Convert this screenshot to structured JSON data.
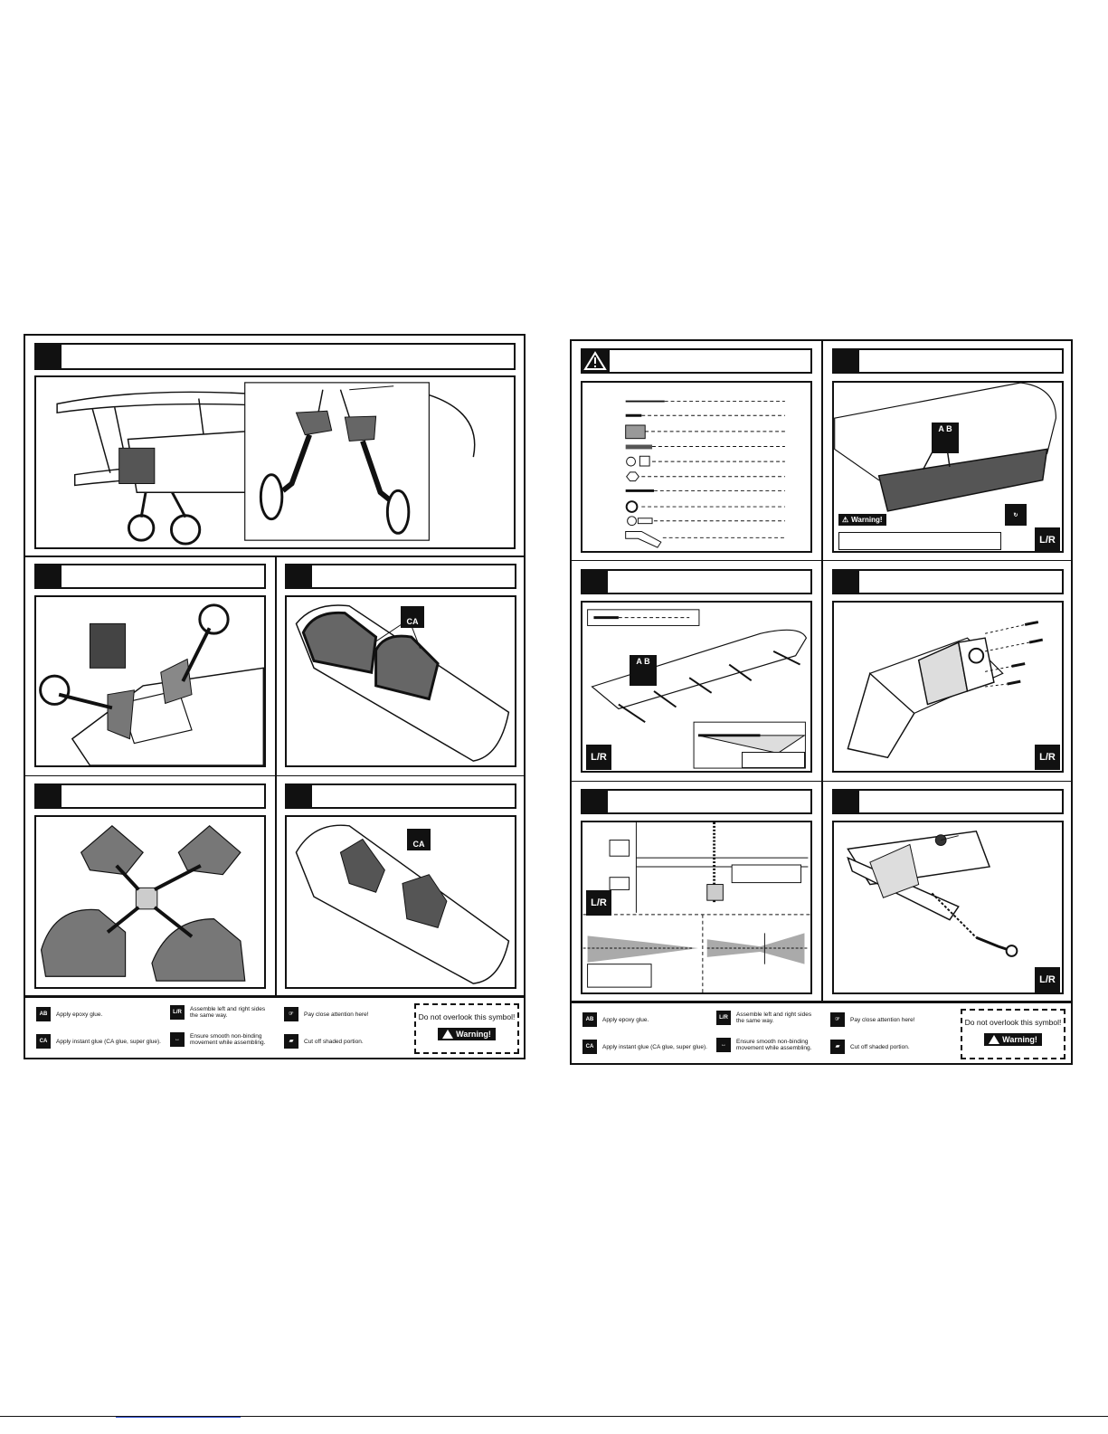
{
  "legend_left": {
    "epoxy": "Apply epoxy glue.",
    "instant": "Apply instant glue (CA glue, super glue).",
    "assemble": "Assemble left and right sides the same way.",
    "smooth": "Ensure smooth non-binding movement while assembling.",
    "attention": "Pay close attention here!",
    "cutoff": "Cut off shaded portion.",
    "overlook": "Do not overlook this symbol!",
    "warning": "Warning!"
  },
  "legend_right": {
    "epoxy": "Apply epoxy glue.",
    "instant": "Apply instant glue (CA glue, super glue).",
    "assemble": "Assemble left and right sides the same way.",
    "smooth": "Ensure smooth non-binding movement while assembling.",
    "attention": "Pay close attention here!",
    "cutoff": "Cut off shaded portion.",
    "overlook": "Do not overlook this symbol!",
    "warning": "Warning!"
  },
  "badges": {
    "ab": "A B",
    "ca": "CA",
    "lr": "L/R",
    "warning": "Warning!"
  }
}
